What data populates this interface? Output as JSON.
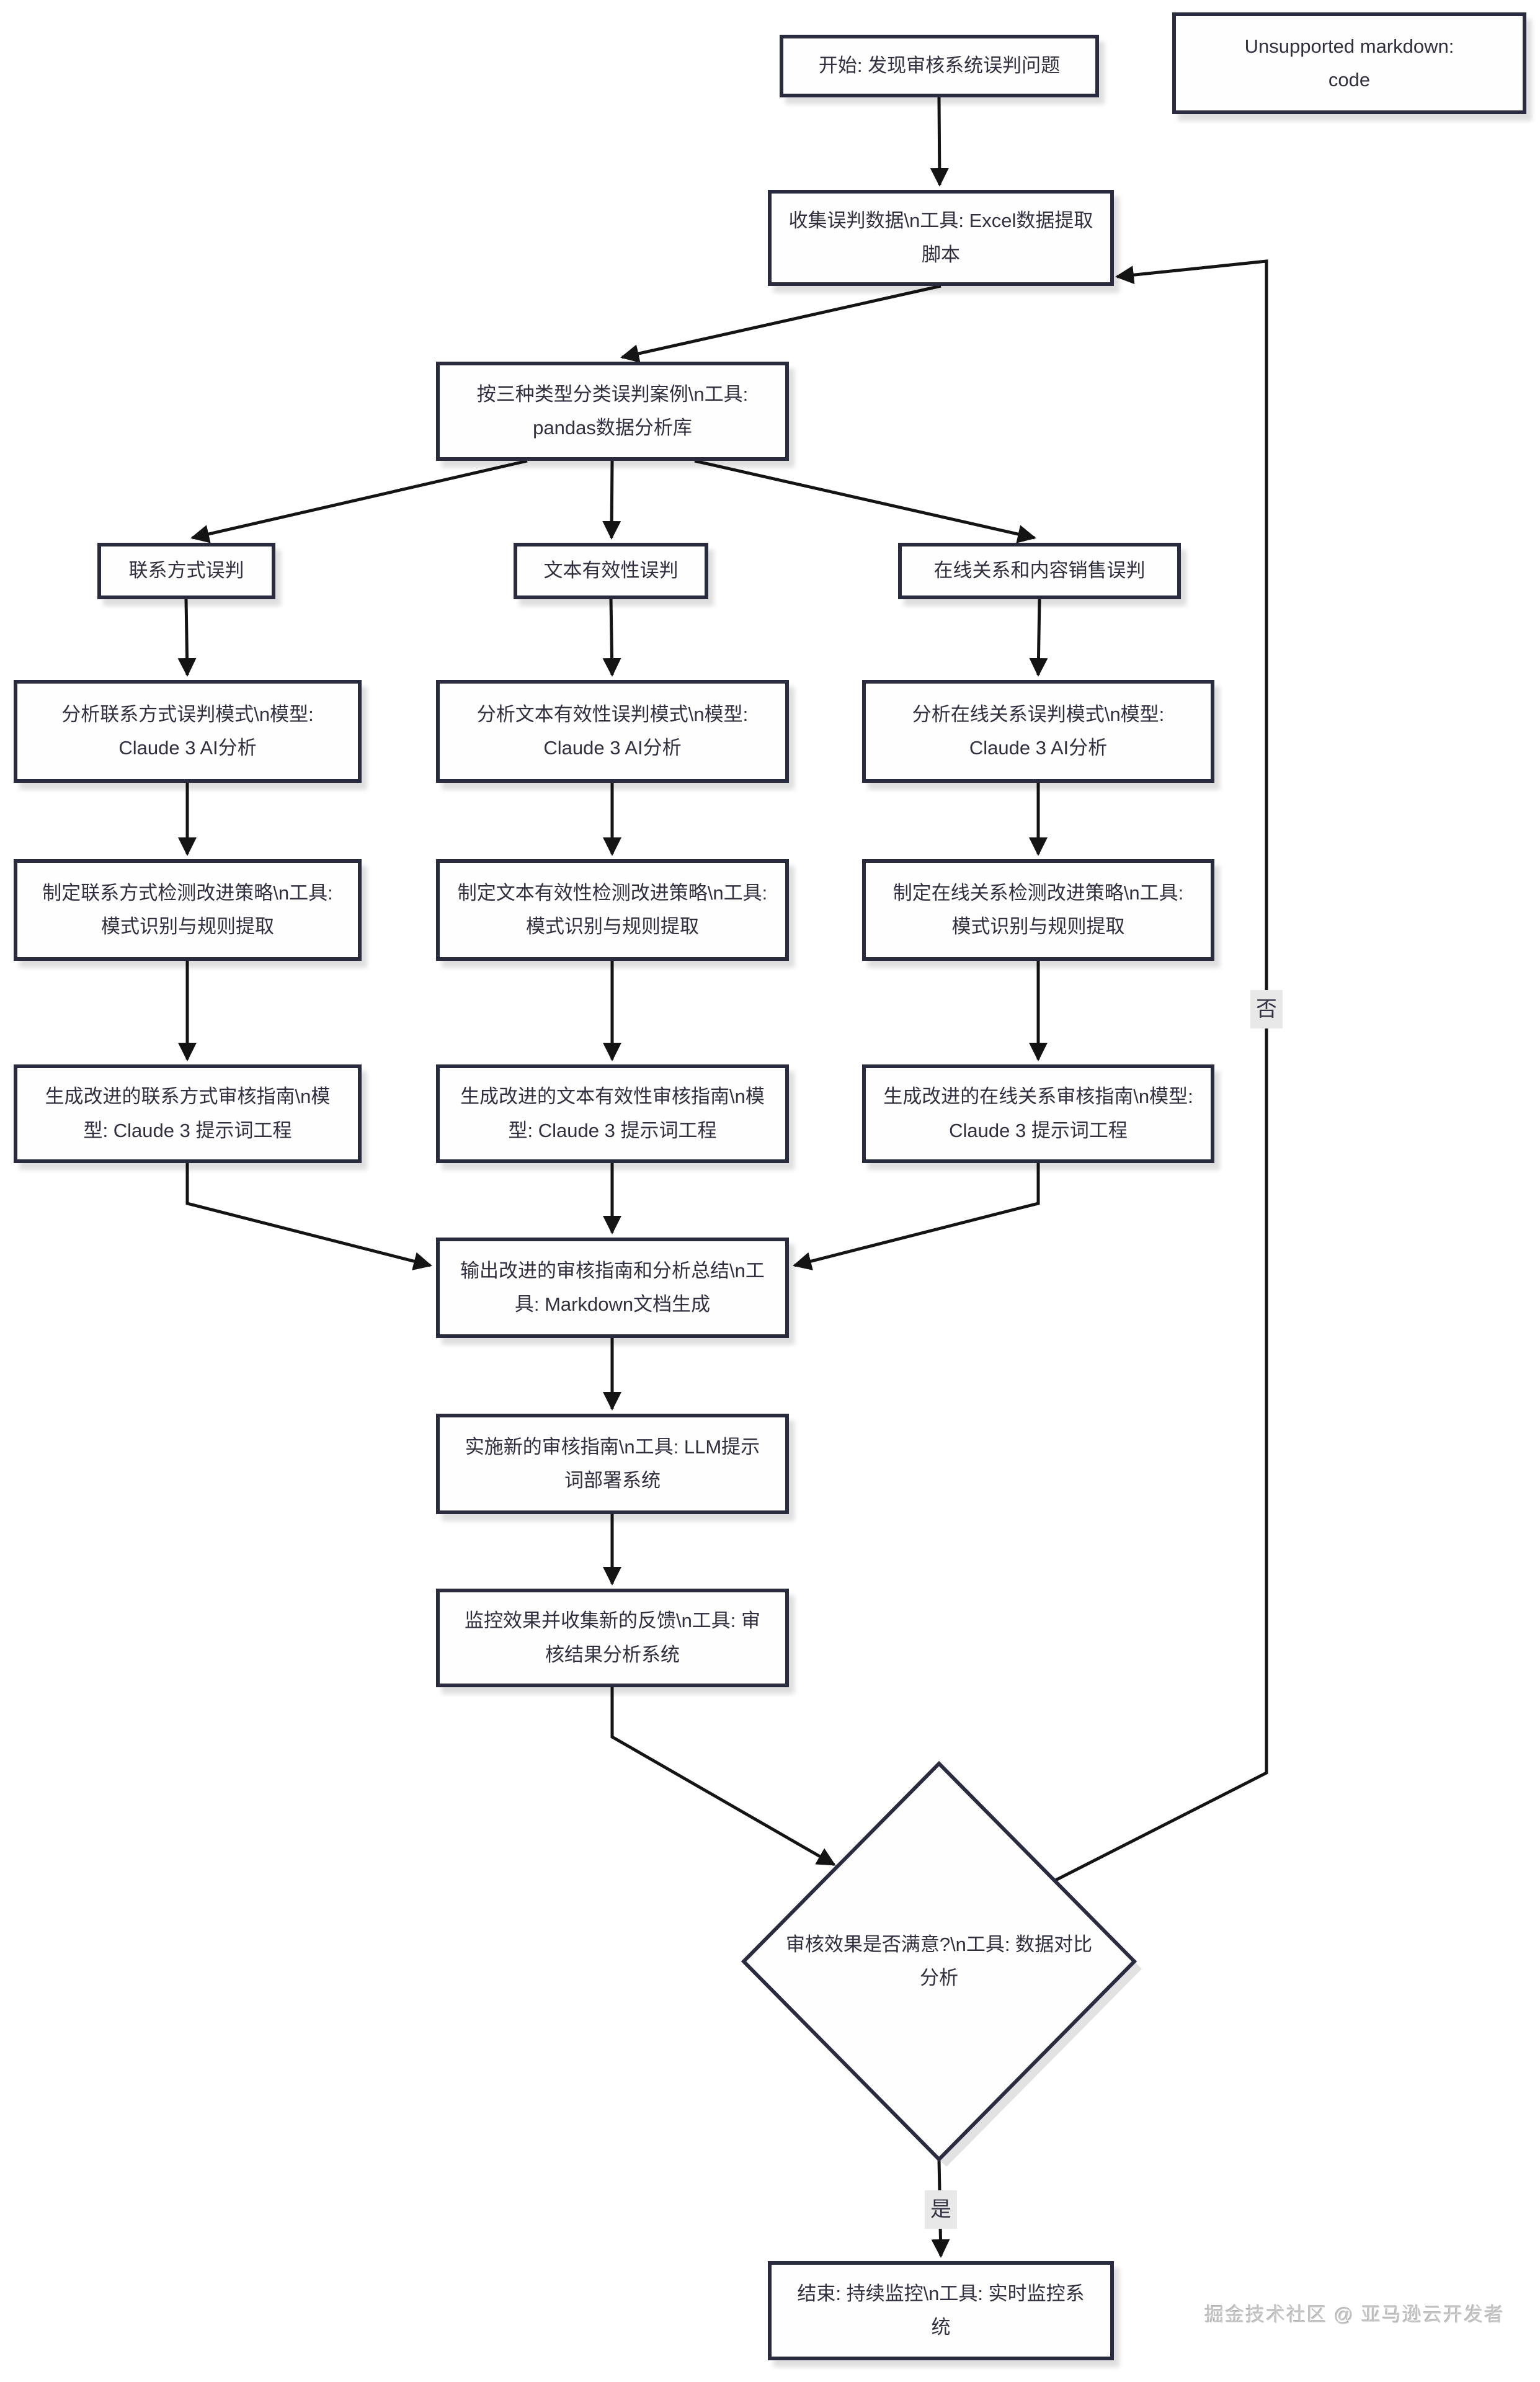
{
  "flowchart": {
    "nodes": {
      "start": {
        "label": "开始: 发现审核系统误判问题"
      },
      "unsupported": {
        "label": "Unsupported markdown:\ncode"
      },
      "collect": {
        "label": "收集误判数据\\n工具: Excel数据提取脚本"
      },
      "classify": {
        "label": "按三种类型分类误判案例\\n工具: pandas数据分析库"
      },
      "cat_contact": {
        "label": "联系方式误判"
      },
      "cat_text": {
        "label": "文本有效性误判"
      },
      "cat_online": {
        "label": "在线关系和内容销售误判"
      },
      "analyze_contact": {
        "label": "分析联系方式误判模式\\n模型: Claude 3 AI分析"
      },
      "analyze_text": {
        "label": "分析文本有效性误判模式\\n模型: Claude 3 AI分析"
      },
      "analyze_online": {
        "label": "分析在线关系误判模式\\n模型: Claude 3 AI分析"
      },
      "strategy_contact": {
        "label": "制定联系方式检测改进策略\\n工具: 模式识别与规则提取"
      },
      "strategy_text": {
        "label": "制定文本有效性检测改进策略\\n工具: 模式识别与规则提取"
      },
      "strategy_online": {
        "label": "制定在线关系检测改进策略\\n工具: 模式识别与规则提取"
      },
      "guide_contact": {
        "label": "生成改进的联系方式审核指南\\n模型: Claude 3 提示词工程"
      },
      "guide_text": {
        "label": "生成改进的文本有效性审核指南\\n模型: Claude 3 提示词工程"
      },
      "guide_online": {
        "label": "生成改进的在线关系审核指南\\n模型: Claude 3 提示词工程"
      },
      "output": {
        "label": "输出改进的审核指南和分析总结\\n工具: Markdown文档生成"
      },
      "implement": {
        "label": "实施新的审核指南\\n工具: LLM提示词部署系统"
      },
      "monitor": {
        "label": "监控效果并收集新的反馈\\n工具: 审核结果分析系统"
      },
      "decision": {
        "label": "审核效果是否满意?\\n工具: 数据对比分析"
      },
      "end": {
        "label": "结束: 持续监控\\n工具: 实时监控系统"
      }
    },
    "edge_labels": {
      "yes": "是",
      "no": "否"
    },
    "colors": {
      "node_border": "#2b2b40",
      "node_fill": "#fefefe",
      "text": "#2f2f3f",
      "edge": "#141414",
      "edge_label_bg": "#e8e8e8",
      "watermark": "#c6c6c6"
    }
  },
  "watermark": "掘金技术社区 @ 亚马逊云开发者"
}
